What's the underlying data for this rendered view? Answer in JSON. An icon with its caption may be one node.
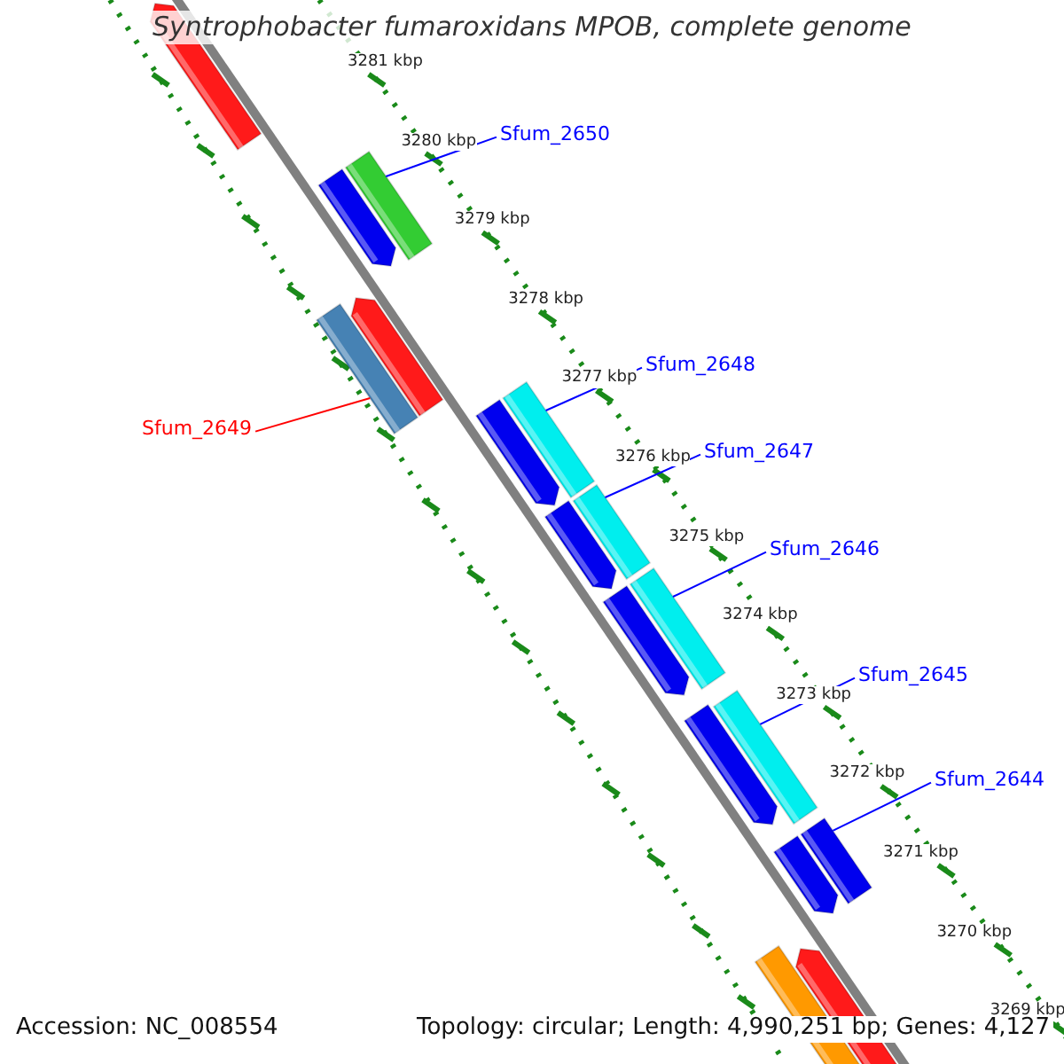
{
  "diagram": {
    "title": "Syntrophobacter fumaroxidans MPOB, complete genome",
    "nodes": [
      {
        "text": [
          "Sfum_2650"
        ]
      },
      {
        "text": [],
        "shape": "bar"
      },
      {
        "text": [
          "Sfum_2649"
        ]
      },
      {
        "text": [],
        "shape": "bar"
      },
      {
        "text": [
          "Sfum_2648"
        ]
      },
      {
        "text": [],
        "shape": "bar"
      },
      {
        "text": [
          "Sfum_2647"
        ]
      },
      {
        "text": [],
        "shape": "bar"
      },
      {
        "text": [
          "Sfum_2646"
        ]
      },
      {
        "text": [],
        "shape": "bar"
      },
      {
        "text": [
          "Sfum_2645"
        ]
      },
      {
        "text": [],
        "shape": "bar"
      },
      {
        "text": [
          "Sfum_2644"
        ]
      },
      {
        "text": [],
        "shape": "bar"
      }
    ],
    "edges": [
      {
        "from": 0,
        "to": 1,
        "arrow": "none"
      },
      {
        "from": 2,
        "to": 3,
        "arrow": "none",
        "color": "#ff0000"
      },
      {
        "from": 4,
        "to": 5,
        "arrow": "none"
      },
      {
        "from": 6,
        "to": 7,
        "arrow": "none"
      },
      {
        "from": 8,
        "to": 9,
        "arrow": "none"
      },
      {
        "from": 10,
        "to": 11,
        "arrow": "none"
      },
      {
        "from": 12,
        "to": 13,
        "arrow": "none"
      }
    ],
    "labels": [
      "3281 kbp",
      "3280 kbp",
      "3279 kbp",
      "3278 kbp",
      "3277 kbp",
      "3276 kbp",
      "3275 kbp",
      "3274 kbp",
      "3273 kbp",
      "3272 kbp",
      "3271 kbp",
      "3270 kbp",
      "3269 kbp",
      "Accession: NC_008554",
      "Topology: circular; Length: 4,990,251 bp; Genes: 4,127"
    ]
  }
}
